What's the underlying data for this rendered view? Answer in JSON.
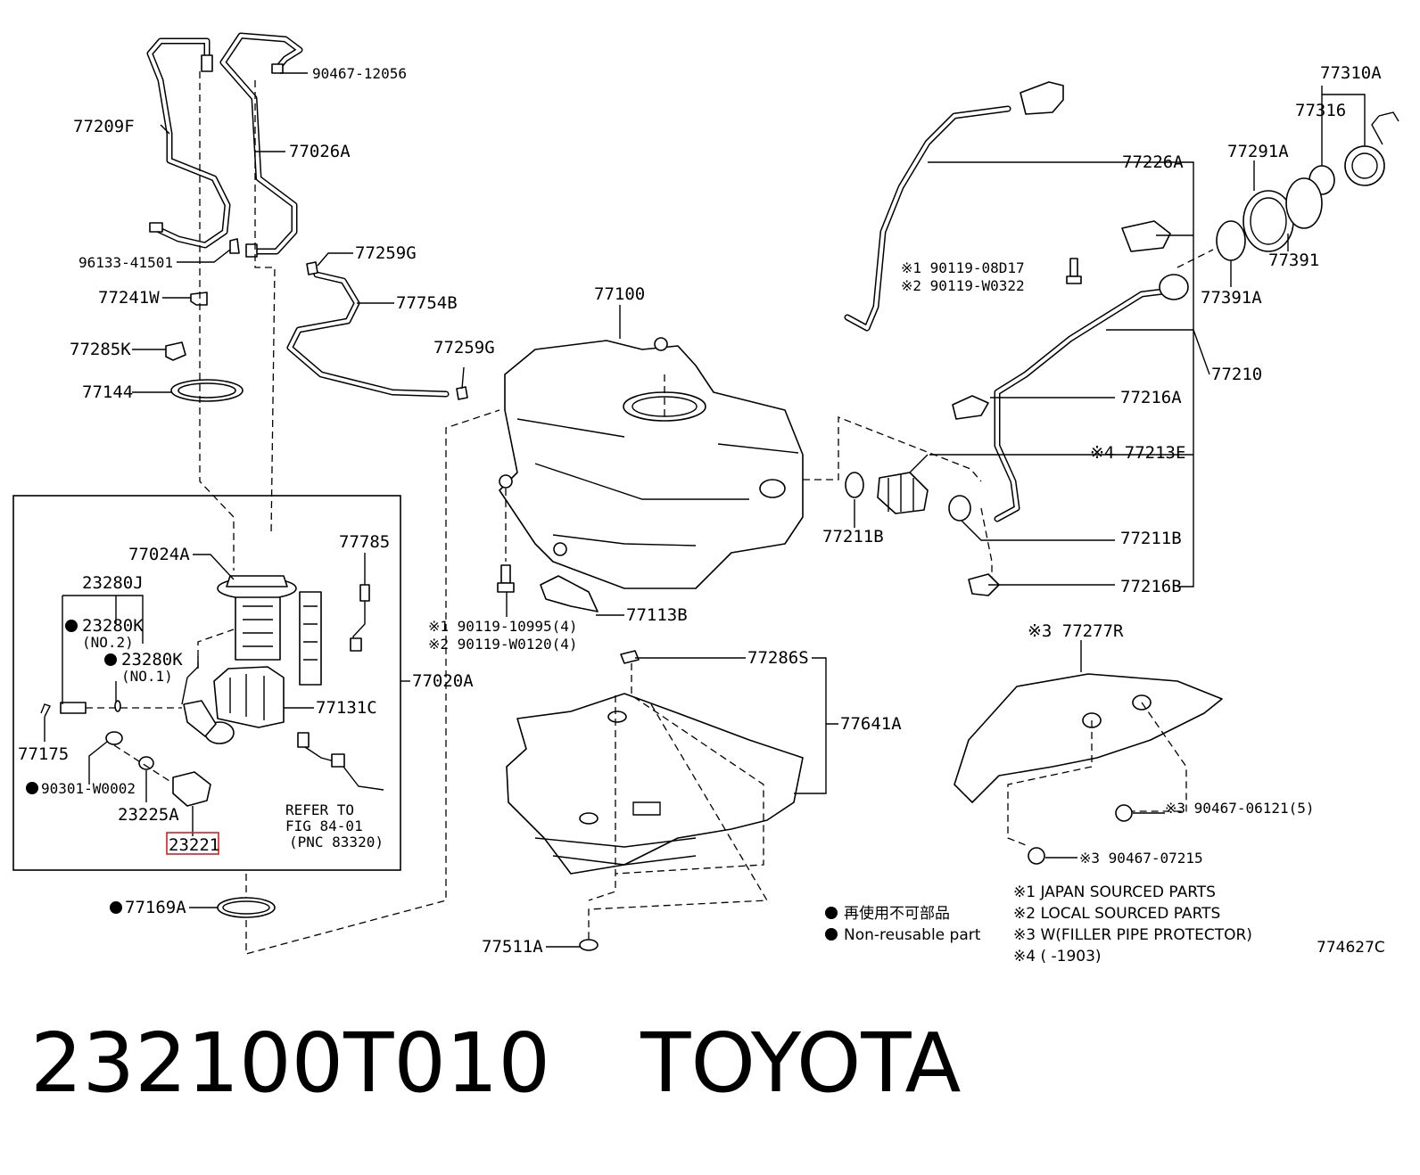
{
  "labels": {
    "p77209F": "77209F",
    "p90467_12056": "90467-12056",
    "p77026A": "77026A",
    "p96133_41501": "96133-41501",
    "p77241W": "77241W",
    "p77259G_top": "77259G",
    "p77754B": "77754B",
    "p77285K": "77285K",
    "p77259G_mid": "77259G",
    "p77144": "77144",
    "p77100": "77100",
    "p77024A": "77024A",
    "p77785": "77785",
    "p23280J": "23280J",
    "p23280K_1": "23280K",
    "no2": "(NO.2)",
    "p23280K_2": "23280K",
    "no1": "(NO.1)",
    "p77175": "77175",
    "p77131C": "77131C",
    "p77020A": "77020A",
    "p90301_W0002": "90301-W0002",
    "p23225A": "23225A",
    "p23221": "23221",
    "refer1": "REFER TO",
    "refer2": "FIG 84-01",
    "refer3": "(PNC 83320)",
    "p77169A": "77169A",
    "p77511A": "77511A",
    "p90119_10995": "※1 90119-10995(4)",
    "p90119_W0120": "※2 90119-W0120(4)",
    "p77113B": "77113B",
    "p77286S": "77286S",
    "p77641A": "77641A",
    "p77310A": "77310A",
    "p77316": "77316",
    "p77226A": "77226A",
    "p77291A": "77291A",
    "p90119_08D17": "※1 90119-08D17",
    "p90119_W0322": "※2 90119-W0322",
    "p77391A": "77391A",
    "p77391": "77391",
    "p77210": "77210",
    "p77216A": "77216A",
    "p77213E": "※4 77213E",
    "p77211B_left": "77211B",
    "p77211B_right": "77211B",
    "p77216B": "77216B",
    "p77277R": "※3 77277R",
    "p90467_06121": "※3 90467-06121(5)",
    "p90467_07215": "※3 90467-07215"
  },
  "legend": {
    "nonreusable_jp": "再使用不可部品",
    "nonreusable_en": "Non-reusable part",
    "note1": "※1 JAPAN SOURCED PARTS",
    "note2": "※2 LOCAL SOURCED PARTS",
    "note3": "※3 W(FILLER PIPE PROTECTOR)",
    "note4": "※4 (       -1903)",
    "drawing_no": "774627C"
  },
  "footer": {
    "part_number": "232100T010",
    "brand": "TOYOTA"
  },
  "colors": {
    "highlight": "#d42020",
    "ink": "#000000"
  }
}
